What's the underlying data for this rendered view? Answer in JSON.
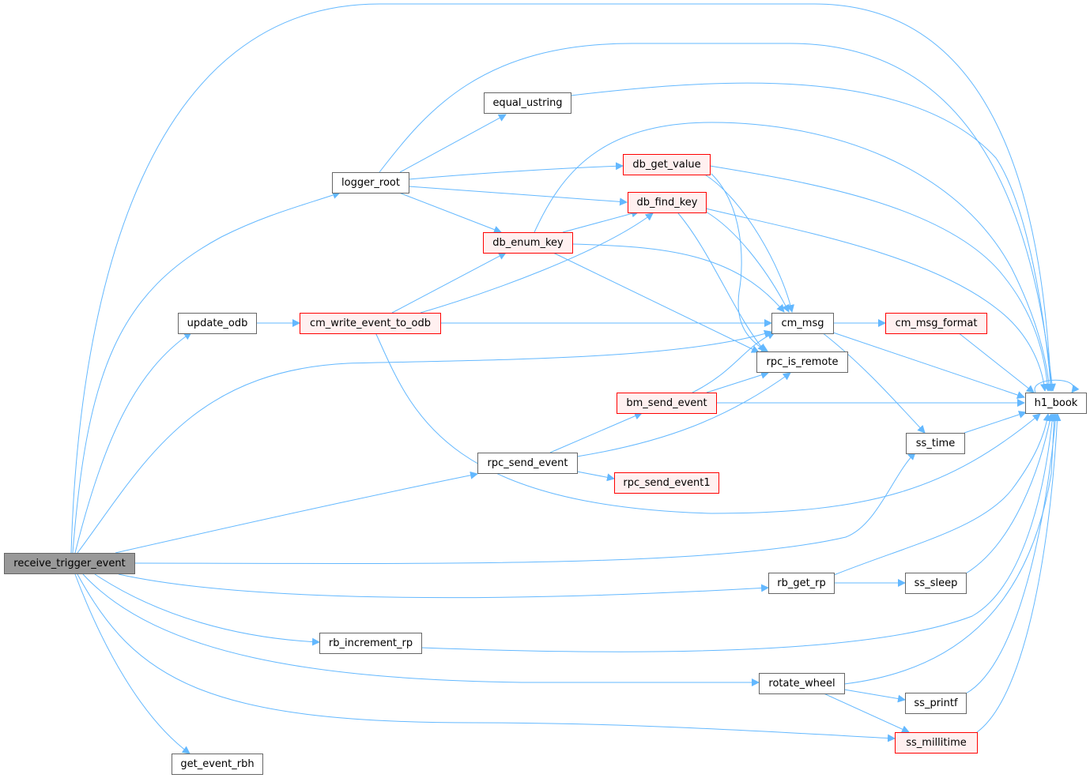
{
  "colors": {
    "edge": "#63b8ff",
    "root_fill": "#999999",
    "node_fill": "#ffffff",
    "node_border": "#666666",
    "highlight_fill": "#fff0f0",
    "highlight_border": "#ff0000"
  },
  "nodes": [
    {
      "id": "receive_trigger_event",
      "label": "receive_trigger_event",
      "style": "root"
    },
    {
      "id": "logger_root",
      "label": "logger_root",
      "style": "normal"
    },
    {
      "id": "equal_ustring",
      "label": "equal_ustring",
      "style": "normal"
    },
    {
      "id": "db_get_value",
      "label": "db_get_value",
      "style": "highlight"
    },
    {
      "id": "db_find_key",
      "label": "db_find_key",
      "style": "highlight"
    },
    {
      "id": "db_enum_key",
      "label": "db_enum_key",
      "style": "highlight"
    },
    {
      "id": "update_odb",
      "label": "update_odb",
      "style": "normal"
    },
    {
      "id": "cm_write_event_to_odb",
      "label": "cm_write_event_to_odb",
      "style": "highlight"
    },
    {
      "id": "cm_msg",
      "label": "cm_msg",
      "style": "normal"
    },
    {
      "id": "cm_msg_format",
      "label": "cm_msg_format",
      "style": "highlight"
    },
    {
      "id": "rpc_is_remote",
      "label": "rpc_is_remote",
      "style": "normal"
    },
    {
      "id": "bm_send_event",
      "label": "bm_send_event",
      "style": "highlight"
    },
    {
      "id": "h1_book",
      "label": "h1_book",
      "style": "normal"
    },
    {
      "id": "ss_time",
      "label": "ss_time",
      "style": "normal"
    },
    {
      "id": "rpc_send_event",
      "label": "rpc_send_event",
      "style": "normal"
    },
    {
      "id": "rpc_send_event1",
      "label": "rpc_send_event1",
      "style": "highlight"
    },
    {
      "id": "rb_get_rp",
      "label": "rb_get_rp",
      "style": "normal"
    },
    {
      "id": "ss_sleep",
      "label": "ss_sleep",
      "style": "normal"
    },
    {
      "id": "rb_increment_rp",
      "label": "rb_increment_rp",
      "style": "normal"
    },
    {
      "id": "rotate_wheel",
      "label": "rotate_wheel",
      "style": "normal"
    },
    {
      "id": "ss_printf",
      "label": "ss_printf",
      "style": "normal"
    },
    {
      "id": "ss_millitime",
      "label": "ss_millitime",
      "style": "highlight"
    },
    {
      "id": "get_event_rbh",
      "label": "get_event_rbh",
      "style": "normal"
    }
  ]
}
